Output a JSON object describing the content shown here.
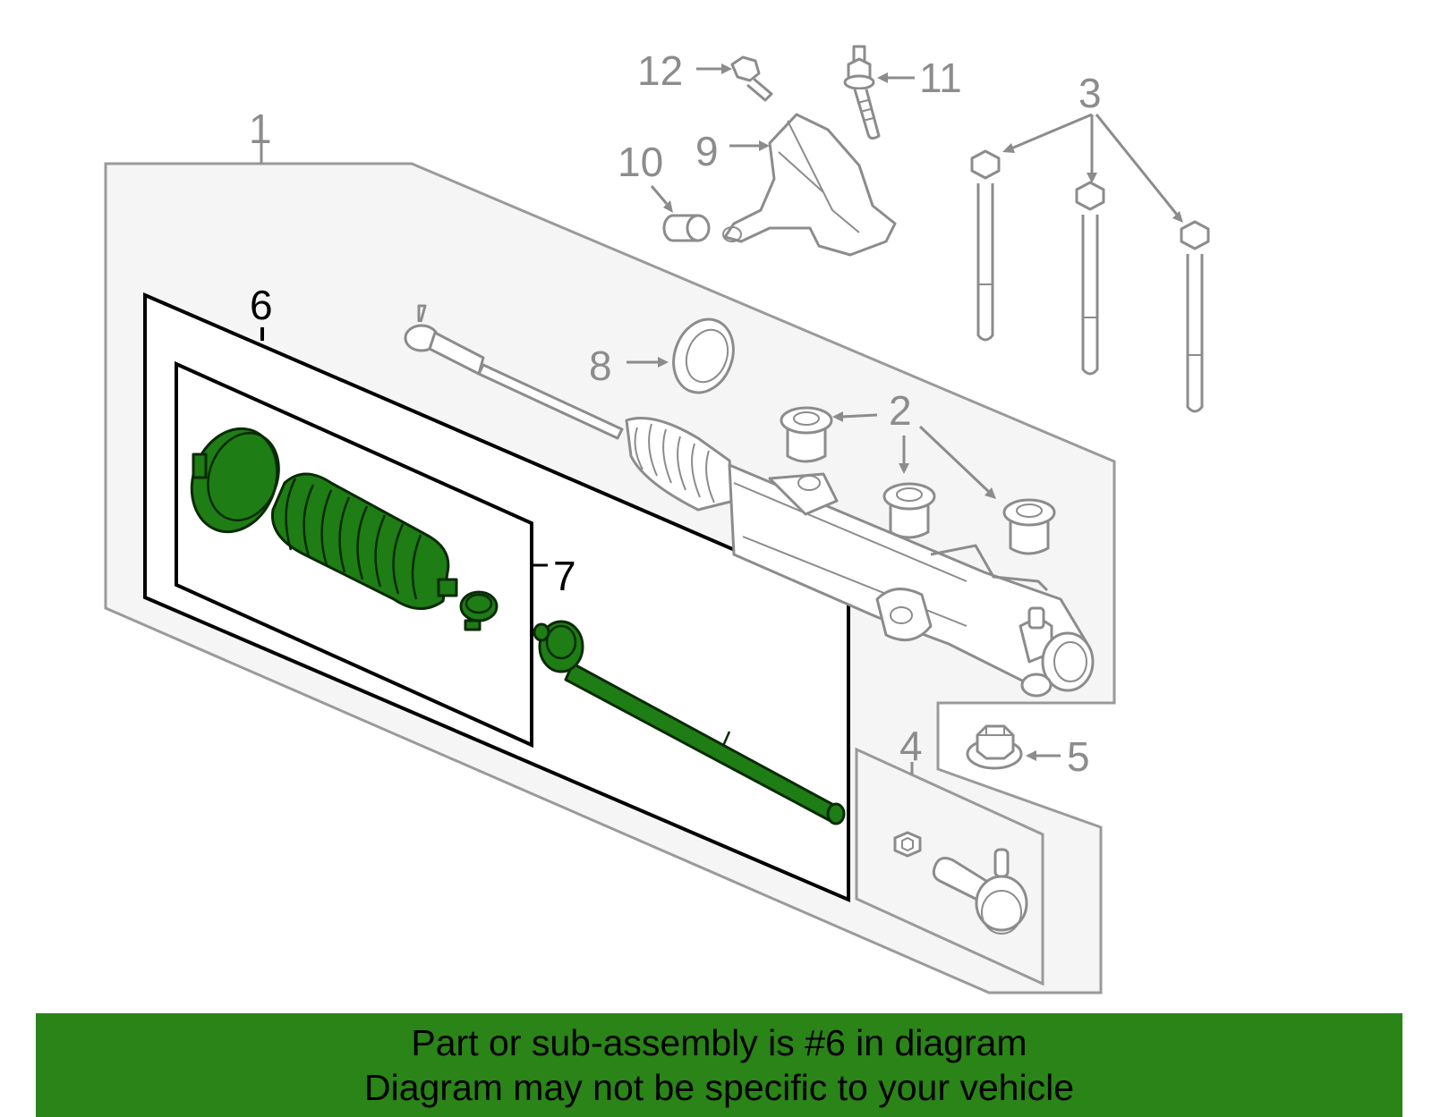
{
  "callouts": {
    "c1": "1",
    "c2": "2",
    "c3": "3",
    "c4": "4",
    "c5": "5",
    "c6": "6",
    "c7": "7",
    "c8": "8",
    "c9": "9",
    "c10": "10",
    "c11": "11",
    "c12": "12"
  },
  "highlighted_part": "6",
  "colors": {
    "highlight_fill": "#1e7d14",
    "banner_background": "#2a8417",
    "outline_gray": "#8c8c8c",
    "assembly_panel": "#f5f5f5"
  },
  "banner": {
    "line1": "Part or sub-assembly is #6 in diagram",
    "line2": "Diagram may not be specific to your vehicle"
  }
}
